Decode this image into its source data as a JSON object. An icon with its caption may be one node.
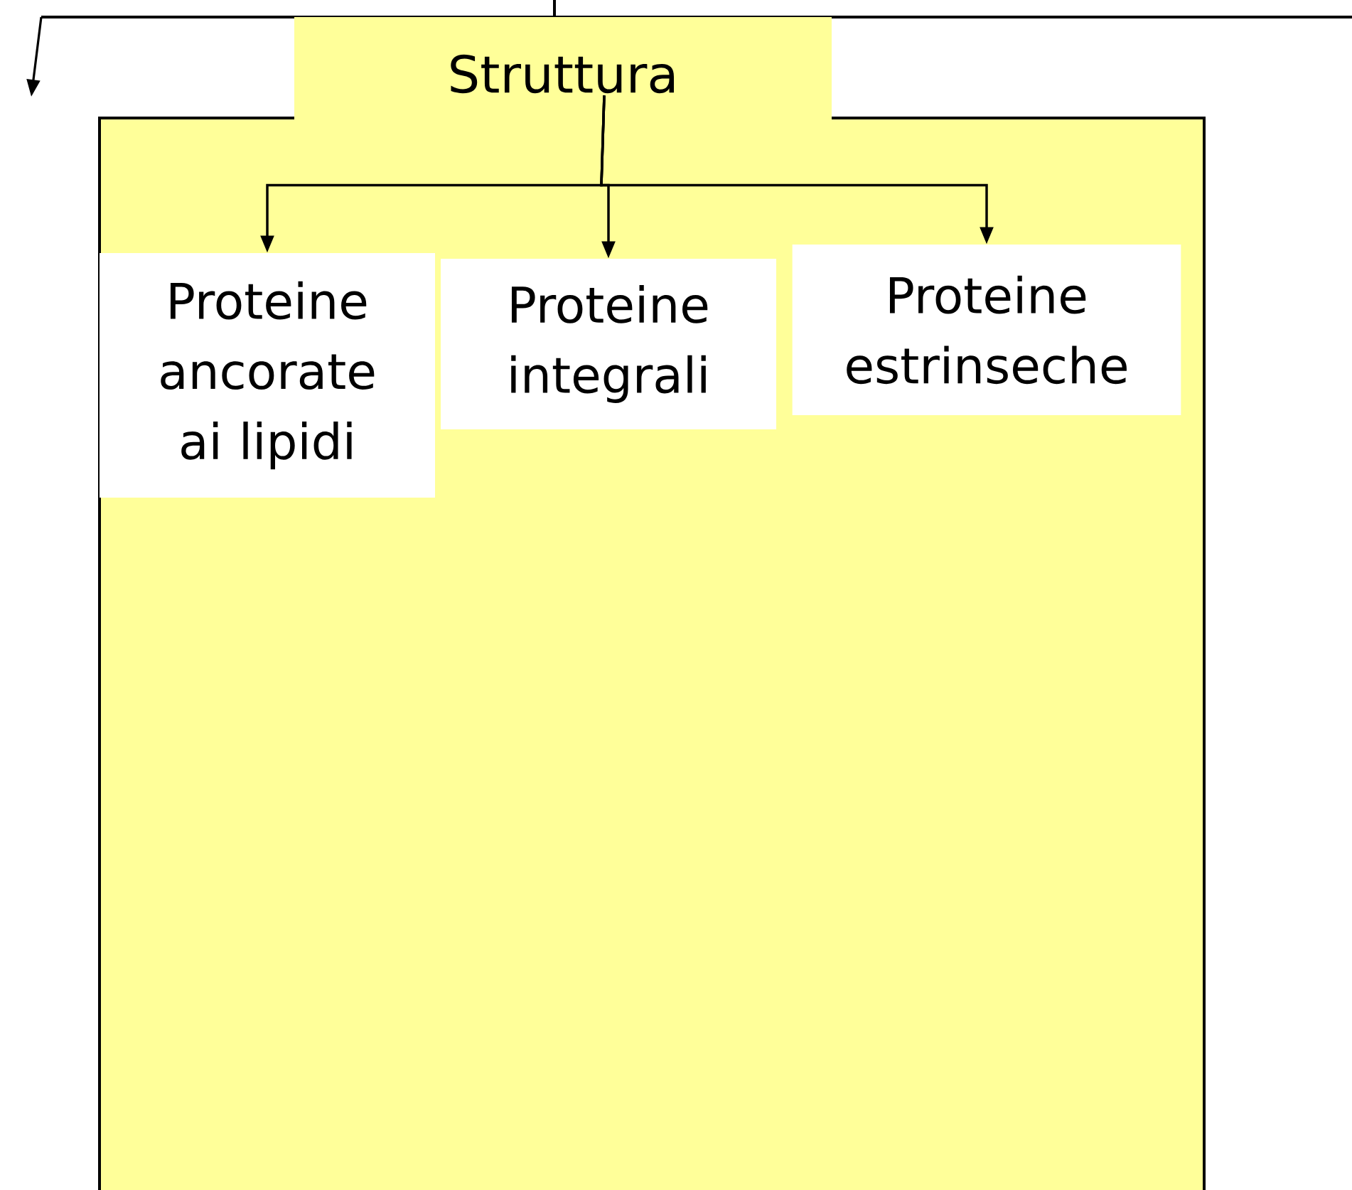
{
  "diagram": {
    "nodes": [
      {
        "text": [
          "Struttura"
        ]
      },
      {
        "text": [
          "Proteine ancorate ai lipidi"
        ],
        "in": 0
      },
      {
        "text": [
          "Proteine integrali"
        ],
        "in": 0
      },
      {
        "text": [
          "Proteine estrinseche"
        ],
        "in": 0
      }
    ],
    "edges": [
      {
        "from": 0,
        "to": 1,
        "arrow": "to"
      },
      {
        "from": 0,
        "to": 2,
        "arrow": "to"
      },
      {
        "from": 0,
        "to": 3,
        "arrow": "to"
      }
    ]
  }
}
